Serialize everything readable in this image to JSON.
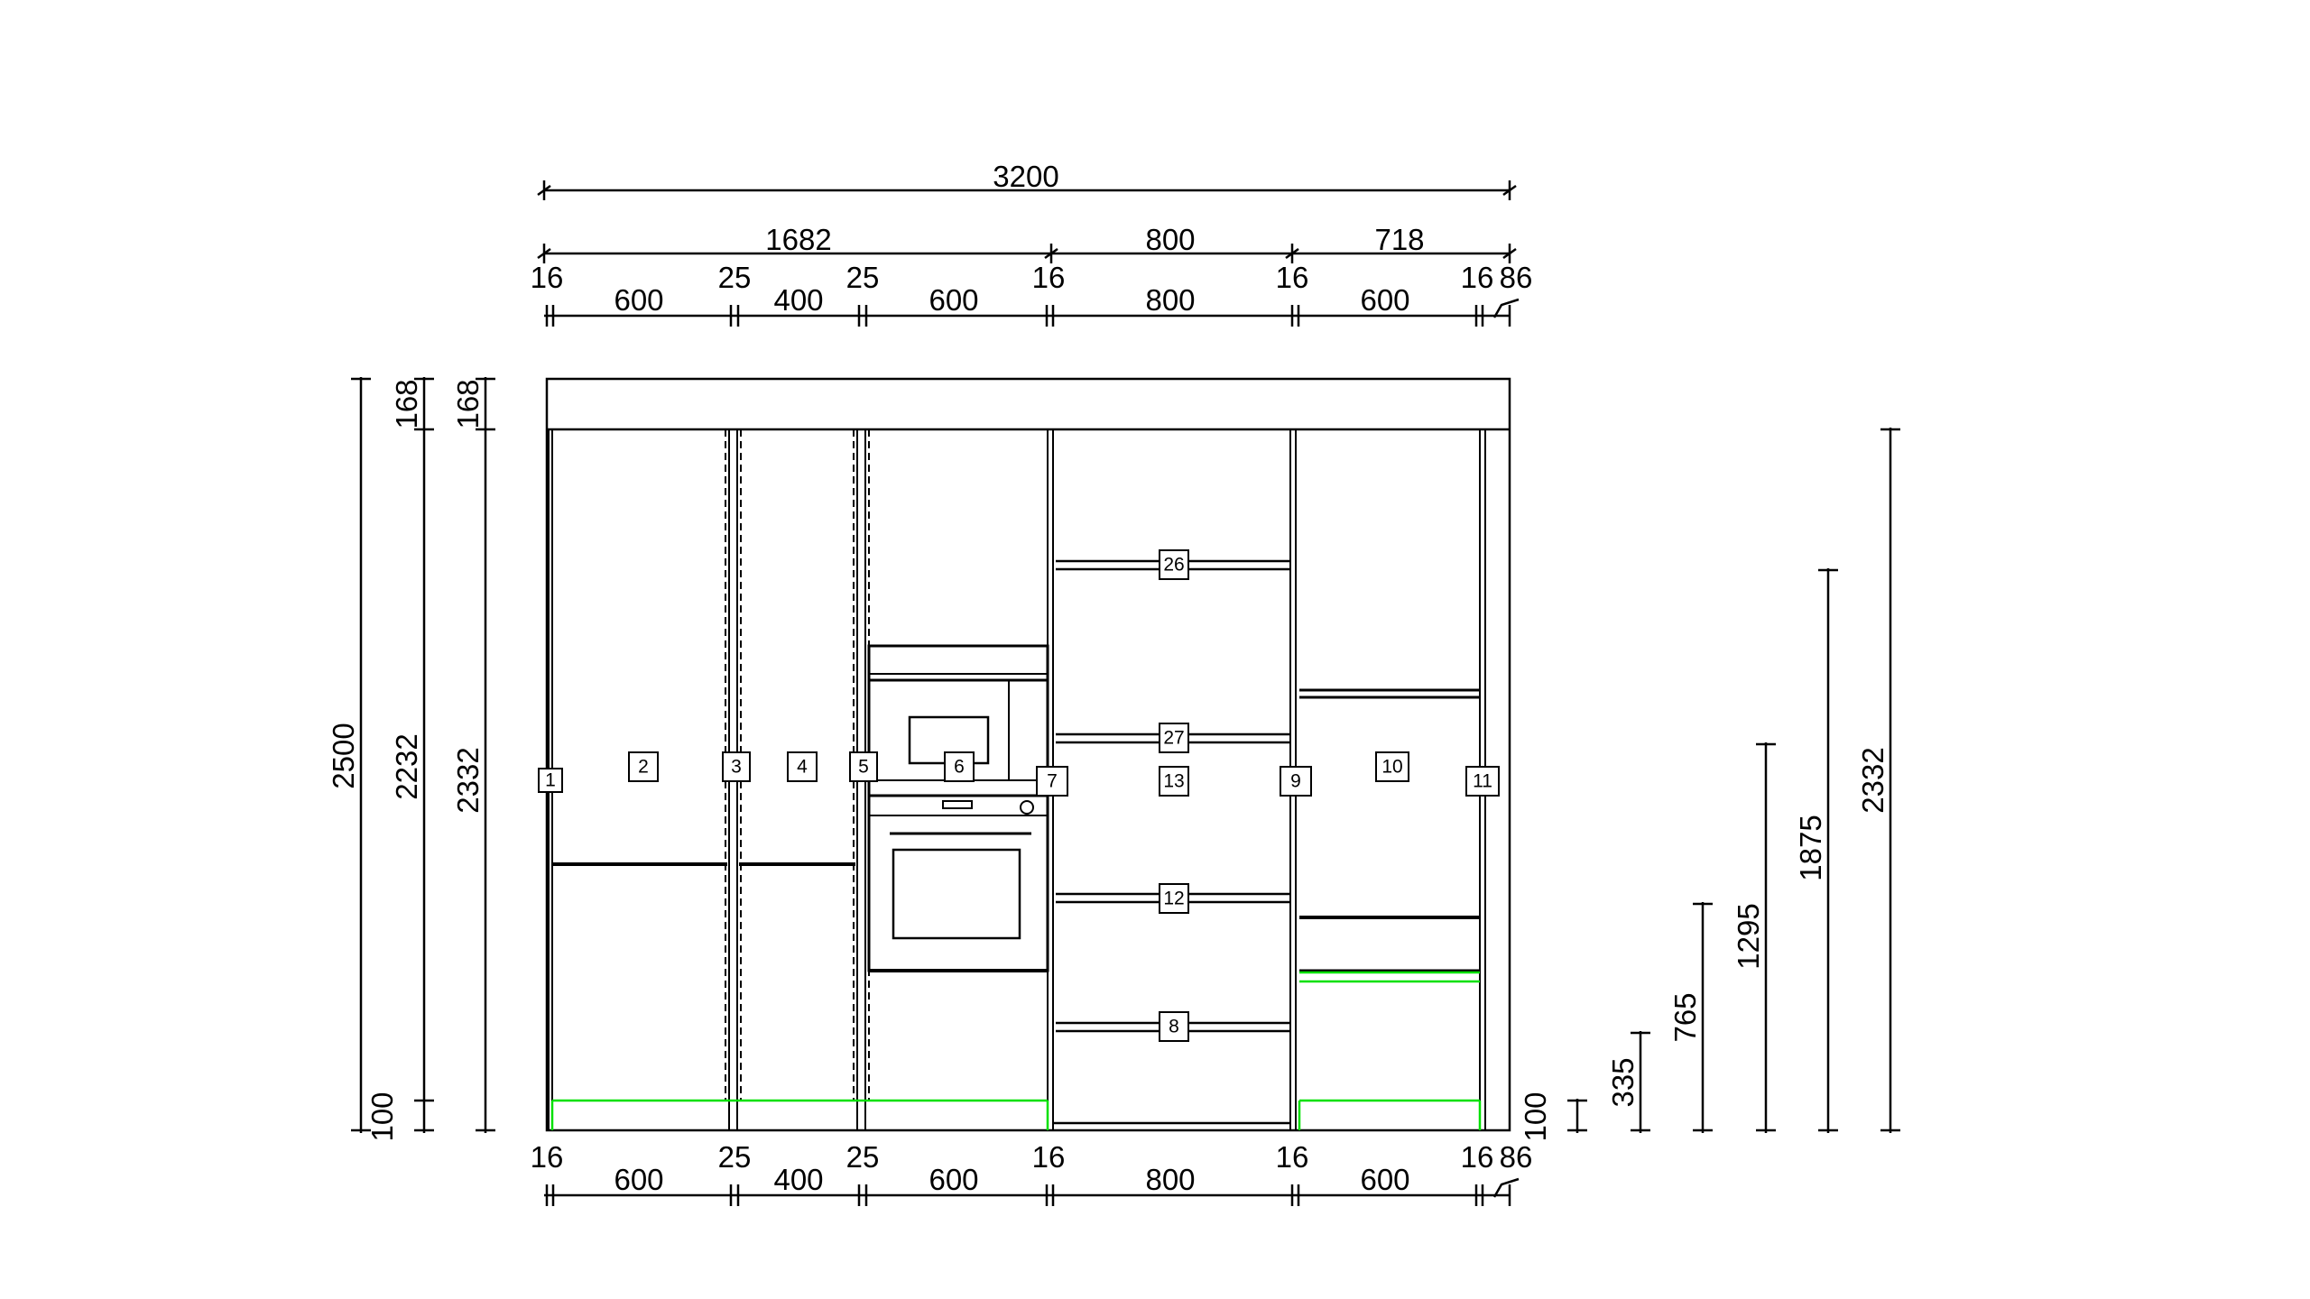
{
  "colors": {
    "line": "#000000",
    "plinth": "#00e000",
    "background": "#ffffff"
  },
  "top_dimensions": {
    "overall": "3200",
    "groups": [
      "1682",
      "800",
      "718"
    ],
    "panel_thicknesses": [
      "16",
      "25",
      "25",
      "16",
      "16",
      "16",
      "86"
    ],
    "widths": [
      "600",
      "400",
      "600",
      "800",
      "600"
    ]
  },
  "bottom_dimensions": {
    "panel_thicknesses": [
      "16",
      "25",
      "25",
      "16",
      "16",
      "16",
      "86"
    ],
    "widths": [
      "600",
      "400",
      "600",
      "800",
      "600"
    ]
  },
  "left_dimensions": {
    "total_height": "2500",
    "cornice_a": "168",
    "body_height": "2232",
    "plinth_height": "100",
    "cornice_b": "168",
    "cabinet_height": "2332"
  },
  "right_dimensions": {
    "plinth": "100",
    "levels": [
      "335",
      "765",
      "1295",
      "1875",
      "2332"
    ]
  },
  "item_tags": [
    "1",
    "2",
    "3",
    "4",
    "5",
    "6",
    "7",
    "26",
    "27",
    "13",
    "12",
    "8",
    "9",
    "10",
    "11"
  ]
}
